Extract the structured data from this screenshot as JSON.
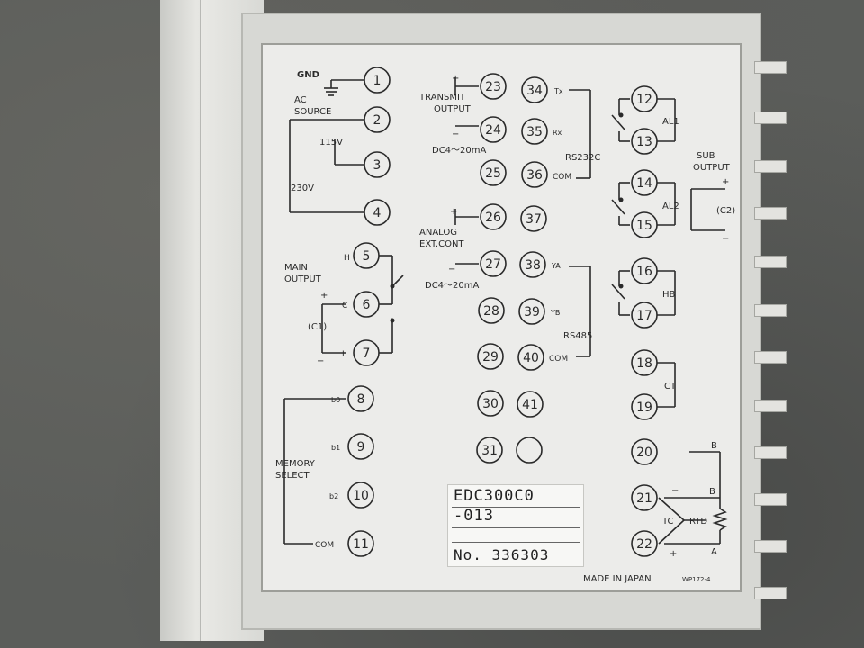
{
  "terminals": [
    "1",
    "2",
    "3",
    "4",
    "5",
    "6",
    "7",
    "8",
    "9",
    "10",
    "11",
    "12",
    "13",
    "14",
    "15",
    "16",
    "17",
    "18",
    "19",
    "20",
    "21",
    "22",
    "23",
    "24",
    "25",
    "26",
    "27",
    "28",
    "29",
    "30",
    "31",
    "34",
    "35",
    "36",
    "37",
    "38",
    "39",
    "40",
    "41"
  ],
  "labels": {
    "gnd": "GND",
    "ac": "AC",
    "source": "SOURCE",
    "v115": "115V",
    "v230": "230V",
    "main": "MAIN",
    "output": "OUTPUT",
    "h": "H",
    "c": "C",
    "l": "L",
    "c1": "(C1)",
    "plus": "+",
    "minus": "−",
    "memory": "MEMORY",
    "select": "SELECT",
    "b0": "b0",
    "b1": "b1",
    "b2": "b2",
    "com": "COM",
    "transmit": "TRANSMIT",
    "dc420": "DC4～20mA",
    "analog": "ANALOG",
    "extcont": "EXT.CONT",
    "tx": "Tx",
    "rx": "Rx",
    "rs232c": "RS232C",
    "ya": "YA",
    "yb": "YB",
    "rs485": "RS485",
    "al1": "AL1",
    "al2": "AL2",
    "hb": "HB",
    "ct": "CT",
    "sub": "SUB",
    "c2": "(C2)",
    "tc": "TC",
    "rtd": "RTD",
    "a": "A",
    "b": "B",
    "made_in": "MADE IN JAPAN",
    "code": "WP172-4"
  },
  "sticker": {
    "model": "EDC300C0",
    "suffix": "-013",
    "serial": "No. 336303"
  },
  "colors": {
    "plate": "#ececea",
    "ink": "#2a2a2a",
    "housing": "#d7d8d4"
  }
}
